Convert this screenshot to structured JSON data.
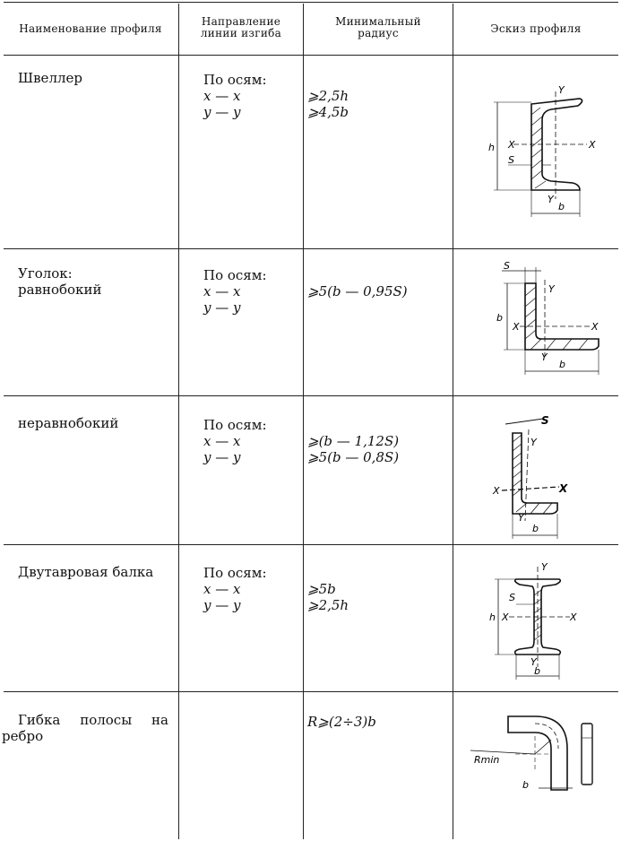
{
  "header": {
    "name": "Наименование профиля",
    "direction_line1": "Направление",
    "direction_line2": "линии изгиба",
    "radius_line1": "Минимальный",
    "radius_line2": "радиус",
    "sketch": "Эскиз профиля"
  },
  "rows": [
    {
      "name_line1": "Швеллер",
      "name_line2": "",
      "dir_label": "По осям:",
      "dir_x": "x — x",
      "dir_y": "y — y",
      "radius_1": "⩾2,5h",
      "radius_2": "⩾4,5b",
      "sketch_labels": {
        "h": "h",
        "s": "S",
        "b": "b",
        "x1": "X",
        "x2": "X",
        "y1": "Y",
        "y2": "Y"
      }
    },
    {
      "name_line1": "Уголок:",
      "name_line2": "равнобокий",
      "dir_label": "По осям:",
      "dir_x": "x — x",
      "dir_y": "y — y",
      "radius_1": "⩾5(b — 0,95S)",
      "radius_2": "",
      "sketch_labels": {
        "s": "S",
        "b1": "b",
        "b2": "b",
        "x1": "X",
        "x2": "X",
        "y1": "Y",
        "y2": "Y"
      }
    },
    {
      "name_line1": "неравнобокий",
      "name_line2": "",
      "dir_label": "По осям:",
      "dir_x": "x — x",
      "dir_y": "y — y",
      "radius_1": "⩾(b — 1,12S)",
      "radius_2": "⩾5(b — 0,8S)",
      "sketch_labels": {
        "s": "S",
        "b": "b",
        "x1": "X",
        "x2": "X",
        "y1": "Y",
        "y2": "Y"
      }
    },
    {
      "name_line1": "Двутавровая балка",
      "name_line2": "",
      "dir_label": "По осям:",
      "dir_x": "x — x",
      "dir_y": "y — y",
      "radius_1": "⩾5b",
      "radius_2": "⩾2,5h",
      "sketch_labels": {
        "h": "h",
        "s": "S",
        "b": "b",
        "x1": "X",
        "x2": "X",
        "y1": "Y",
        "y2": "Y"
      }
    },
    {
      "name_line1": "Гибка полосы на",
      "name_line2": "ребро",
      "dir_label": "",
      "dir_x": "",
      "dir_y": "",
      "radius_1": "R⩾(2÷3)b",
      "radius_2": "",
      "sketch_labels": {
        "r": "Rmin",
        "b": "b"
      }
    }
  ]
}
